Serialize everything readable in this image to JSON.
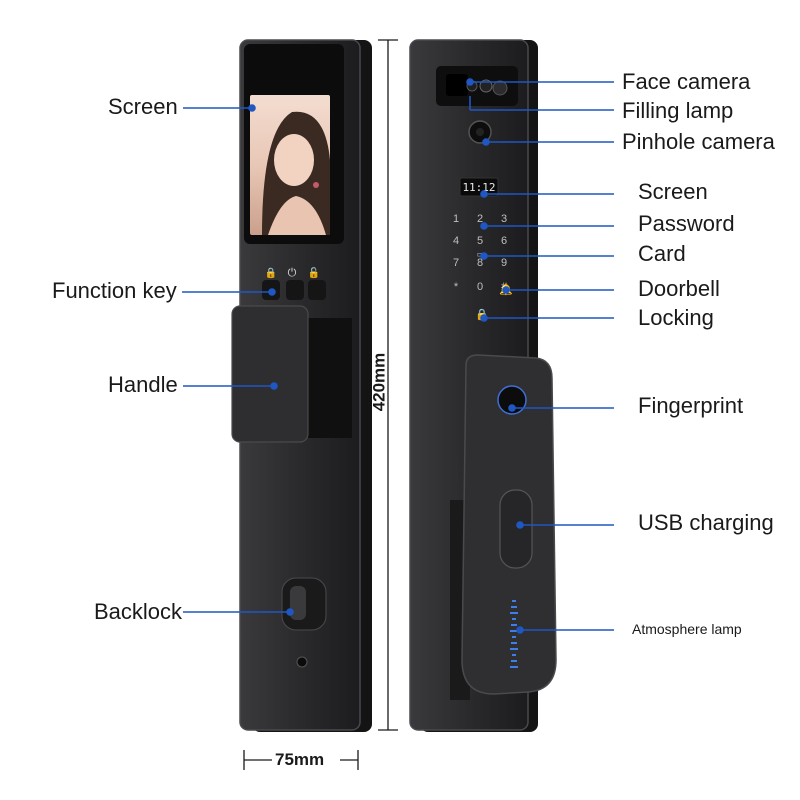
{
  "left_labels": {
    "screen": "Screen",
    "function_key": "Function key",
    "handle": "Handle",
    "backlock": "Backlock"
  },
  "right_labels": {
    "face_camera": "Face camera",
    "filling_lamp": "Filling lamp",
    "pinhole_camera": "Pinhole camera",
    "screen": "Screen",
    "password": "Password",
    "card": "Card",
    "doorbell": "Doorbell",
    "locking": "Locking",
    "fingerprint": "Fingerprint",
    "usb_charging": "USB charging",
    "atmosphere_lamp": "Atmosphere lamp"
  },
  "dimensions": {
    "height": "420mm",
    "width": "75mm"
  },
  "display_time": "11:12",
  "keypad": [
    "1",
    "2",
    "3",
    "4",
    "5",
    "6",
    "7",
    "8",
    "9",
    "*",
    "0",
    "#"
  ],
  "colors": {
    "leader_line": "#1f57c3",
    "lock_body": "#2a2a2c",
    "lock_edge": "#4a4a4e"
  }
}
